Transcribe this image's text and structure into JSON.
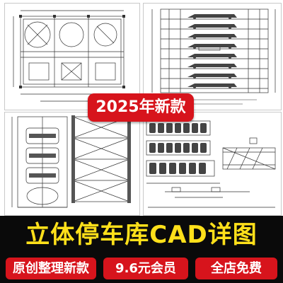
{
  "badge": {
    "year_label": "2025年新款"
  },
  "title": {
    "main": "立体停车库CAD详图"
  },
  "tags": [
    {
      "label": "原创整理新款"
    },
    {
      "label": "9.6元会员"
    },
    {
      "label": "全店免费"
    }
  ],
  "colors": {
    "accent_red": "#d7141c",
    "title_yellow": "#ffe01a",
    "bar_black": "#0a0a0a",
    "line_dark": "#333333"
  }
}
